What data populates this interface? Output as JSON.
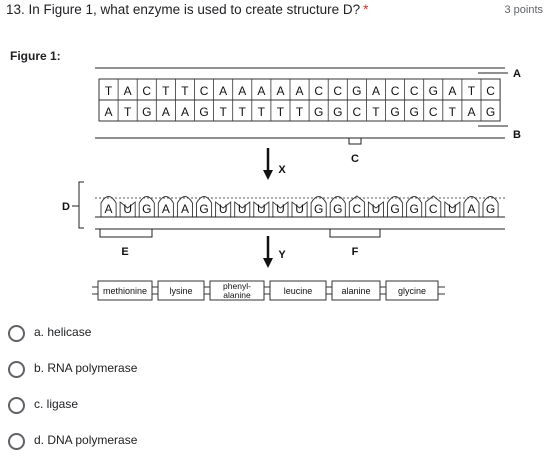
{
  "question": {
    "title": "13. In Figure 1, what enzyme is used to create structure D?",
    "required_marker": "*",
    "points": "3 points"
  },
  "figure": {
    "label": "Figure 1:",
    "dna_top_strand": [
      "T",
      "A",
      "C",
      "T",
      "T",
      "C",
      "A",
      "A",
      "A",
      "A",
      "A",
      "C",
      "C",
      "G",
      "A",
      "C",
      "C",
      "G",
      "A",
      "T",
      "C"
    ],
    "dna_bottom_strand": [
      "A",
      "T",
      "G",
      "A",
      "A",
      "G",
      "T",
      "T",
      "T",
      "T",
      "T",
      "G",
      "G",
      "C",
      "T",
      "G",
      "G",
      "C",
      "T",
      "A",
      "G"
    ],
    "mrna": [
      "A",
      "U",
      "G",
      "A",
      "A",
      "G",
      "U",
      "U",
      "U",
      "U",
      "U",
      "G",
      "G",
      "C",
      "U",
      "G",
      "G",
      "C",
      "U",
      "A",
      "G"
    ],
    "labels": {
      "A": "A",
      "B": "B",
      "C": "C",
      "D": "D",
      "E": "E",
      "F": "F",
      "X": "X",
      "Y": "Y"
    },
    "amino_acids": [
      {
        "line1": "methionine",
        "line2": ""
      },
      {
        "line1": "lysine",
        "line2": ""
      },
      {
        "line1": "phenyl-",
        "line2": "alanine"
      },
      {
        "line1": "leucine",
        "line2": ""
      },
      {
        "line1": "alanine",
        "line2": ""
      },
      {
        "line1": "glycine",
        "line2": ""
      }
    ]
  },
  "options": [
    {
      "label": "a. helicase"
    },
    {
      "label": "b. RNA polymerase"
    },
    {
      "label": "c. ligase"
    },
    {
      "label": "d. DNA polymerase"
    }
  ],
  "colors": {
    "required": "#d93025",
    "text": "#202124",
    "muted": "#5f6368"
  }
}
